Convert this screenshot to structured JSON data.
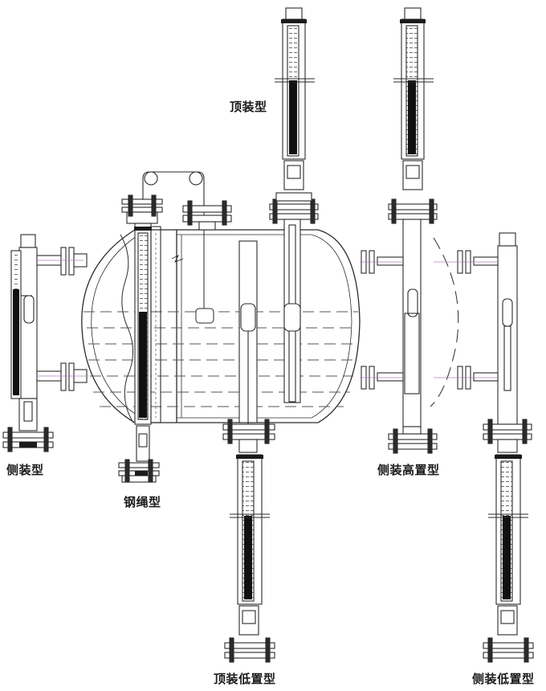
{
  "labels": {
    "side_mount": "侧装型",
    "top_mount": "顶装型",
    "wire_rope": "钢绳型",
    "top_mount_low": "顶装低置型",
    "side_mount_high": "侧装高置型",
    "side_mount_low": "侧装低置型"
  },
  "colors": {
    "line": "#2a2a2a",
    "liquid_dash": "#555555",
    "indicator": "#111111",
    "flange_band": "#1a1a1a",
    "connector": "#b07cc6"
  }
}
